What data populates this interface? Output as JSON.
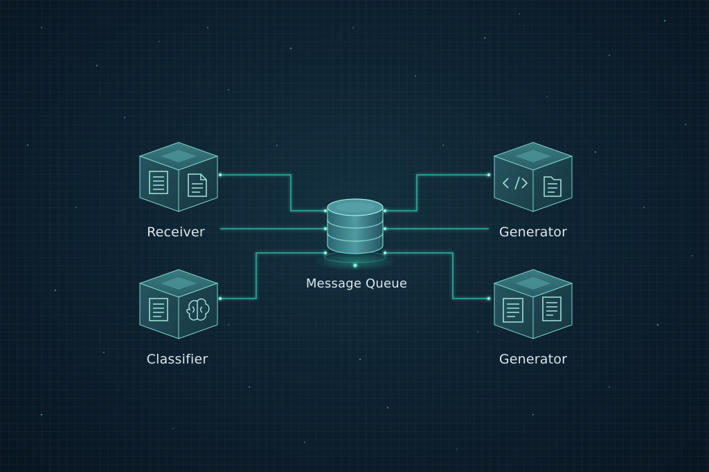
{
  "diagram": {
    "hub": {
      "label": "Message Queue",
      "icon": "database-icon"
    },
    "nodes": [
      {
        "id": "receiver",
        "label": "Receiver",
        "icons": [
          "list-document-icon",
          "file-document-icon"
        ]
      },
      {
        "id": "classifier",
        "label": "Classifier",
        "icons": [
          "list-document-icon",
          "brain-icon"
        ]
      },
      {
        "id": "generator-top",
        "label": "Generator",
        "icons": [
          "code-icon",
          "folder-document-icon"
        ]
      },
      {
        "id": "generator-bottom",
        "label": "Generator",
        "icons": [
          "text-document-icon",
          "text-document-icon"
        ]
      }
    ],
    "colors": {
      "background": "#0e2231",
      "accent": "#39e6c8",
      "cube_face": "#1d4650",
      "text": "#d9e6ec"
    }
  }
}
